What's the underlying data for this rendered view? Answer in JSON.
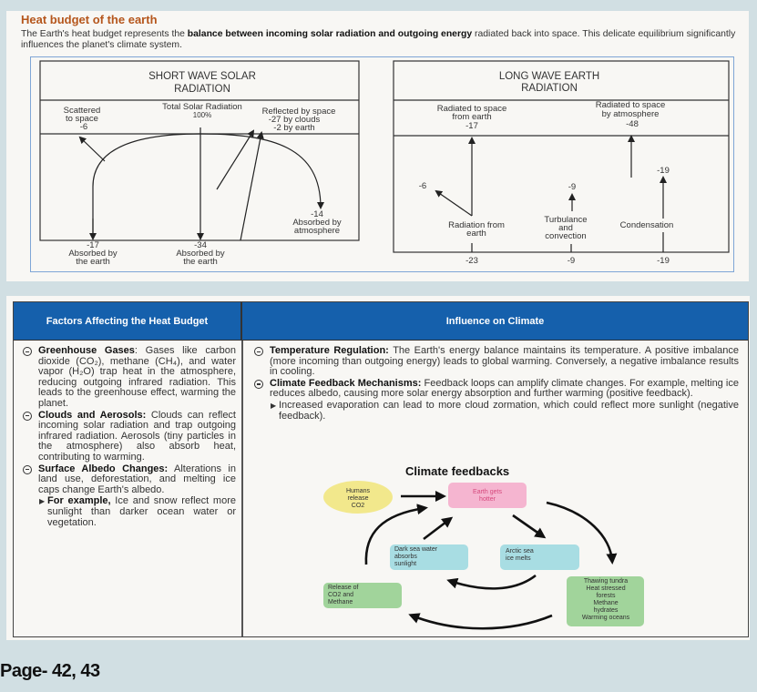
{
  "header": {
    "title": "Heat budget of the earth",
    "intro_pre": "The Earth's heat budget represents the ",
    "intro_bold": "balance between incoming solar radiation and outgoing energy",
    "intro_post": " radiated back into space. This delicate equilibrium significantly influences the planet's climate system."
  },
  "short_wave": {
    "title1": "SHORT WAVE SOLAR",
    "title2": "RADIATION",
    "total1": "Total Solar Radiation",
    "total2": "100%",
    "scattered1": "Scattered",
    "scattered2": "to space",
    "scattered3": "-6",
    "reflected1": "Reflected by space",
    "reflected2": "-27 by clouds",
    "reflected3": "-2 by earth",
    "atm1": "-14",
    "atm2": "Absorbed by",
    "atm3": "atmosphere",
    "earth17_1": "-17",
    "earth17_2": "Absorbed by",
    "earth17_3": "the earth",
    "earth34_1": "-34",
    "earth34_2": "Absorbed by",
    "earth34_3": "the earth"
  },
  "long_wave": {
    "title1": "LONG WAVE EARTH",
    "title2": "RADIATION",
    "from_earth1": "Radiated to space",
    "from_earth2": "from earth",
    "from_earth3": "-17",
    "by_atm1": "Radiated to space",
    "by_atm2": "by atmosphere",
    "by_atm3": "-48",
    "minus6": "-6",
    "plus9": "-9",
    "plus19": "-19",
    "rad1": "Radiation from",
    "rad2": "earth",
    "turb1": "Turbulance",
    "turb2": "and",
    "turb3": "convection",
    "cond": "Condensation",
    "b23": "-23",
    "b9": "-9",
    "b19": "-19"
  },
  "table": {
    "left_header": "Factors Affecting the Heat Budget",
    "right_header": "Influence on Climate",
    "left_items": [
      {
        "title": "Greenhouse Gases",
        "text": ": Gases like carbon dioxide (CO₂), methane (CH₄), and water vapor (H₂O) trap heat in the atmosphere, reducing outgoing infrared radiation. This leads to the greenhouse effect, warming the planet."
      },
      {
        "title": "Clouds and Aerosols:",
        "text": " Clouds can reflect incoming solar radiation and trap outgoing infrared radiation. Aerosols (tiny particles in the atmosphere) also absorb heat, contributing to warming."
      },
      {
        "title": "Surface Albedo Changes:",
        "text": " Alterations in land use, deforestation, and melting ice caps change Earth's albedo."
      }
    ],
    "left_sub": {
      "title": "For example,",
      "text": " Ice and snow reflect more sunlight than darker ocean water or vegetation."
    },
    "right_items": [
      {
        "title": "Temperature Regulation:",
        "text": " The Earth's energy balance maintains its temperature. A positive imbalance (more incoming than outgoing energy) leads to global warming. Conversely, a negative imbalance results in cooling."
      },
      {
        "title": "Climate Feedback Mechanisms:",
        "text": " Feedback loops can amplify climate changes. For example, melting ice reduces albedo, causing more solar energy absorption and further warming (positive feedback)."
      }
    ],
    "right_sub": "Increased evaporation can lead to more cloud zormation, which could reflect more sunlight (negative feedback)."
  },
  "feedbacks": {
    "title": "Climate feedbacks",
    "humans": [
      "Humans",
      "release",
      "CO2"
    ],
    "hotter": [
      "Earth gets",
      "hotter"
    ],
    "dark_sea": [
      "Dark sea water",
      "absorbs",
      "sunlight"
    ],
    "arctic": [
      "Arctic sea",
      "ice melts"
    ],
    "release": [
      "Release of",
      "CO2 and",
      "Methane"
    ],
    "thawing": [
      "Thawing tundra",
      "Heat stressed",
      "forests",
      "Methane",
      "hydrates",
      "Warming oceans"
    ],
    "colors": {
      "humans": "#f2e88c",
      "hotter": "#f5b5d0",
      "hotter_text": "#d6487c",
      "cyan": "#a8dde3",
      "green": "#a1d49b"
    }
  },
  "footer": {
    "page": "Page- 42, 43"
  },
  "colors": {
    "background": "#d1dfe3",
    "title": "#b5561c",
    "table_header": "#1560ac"
  }
}
